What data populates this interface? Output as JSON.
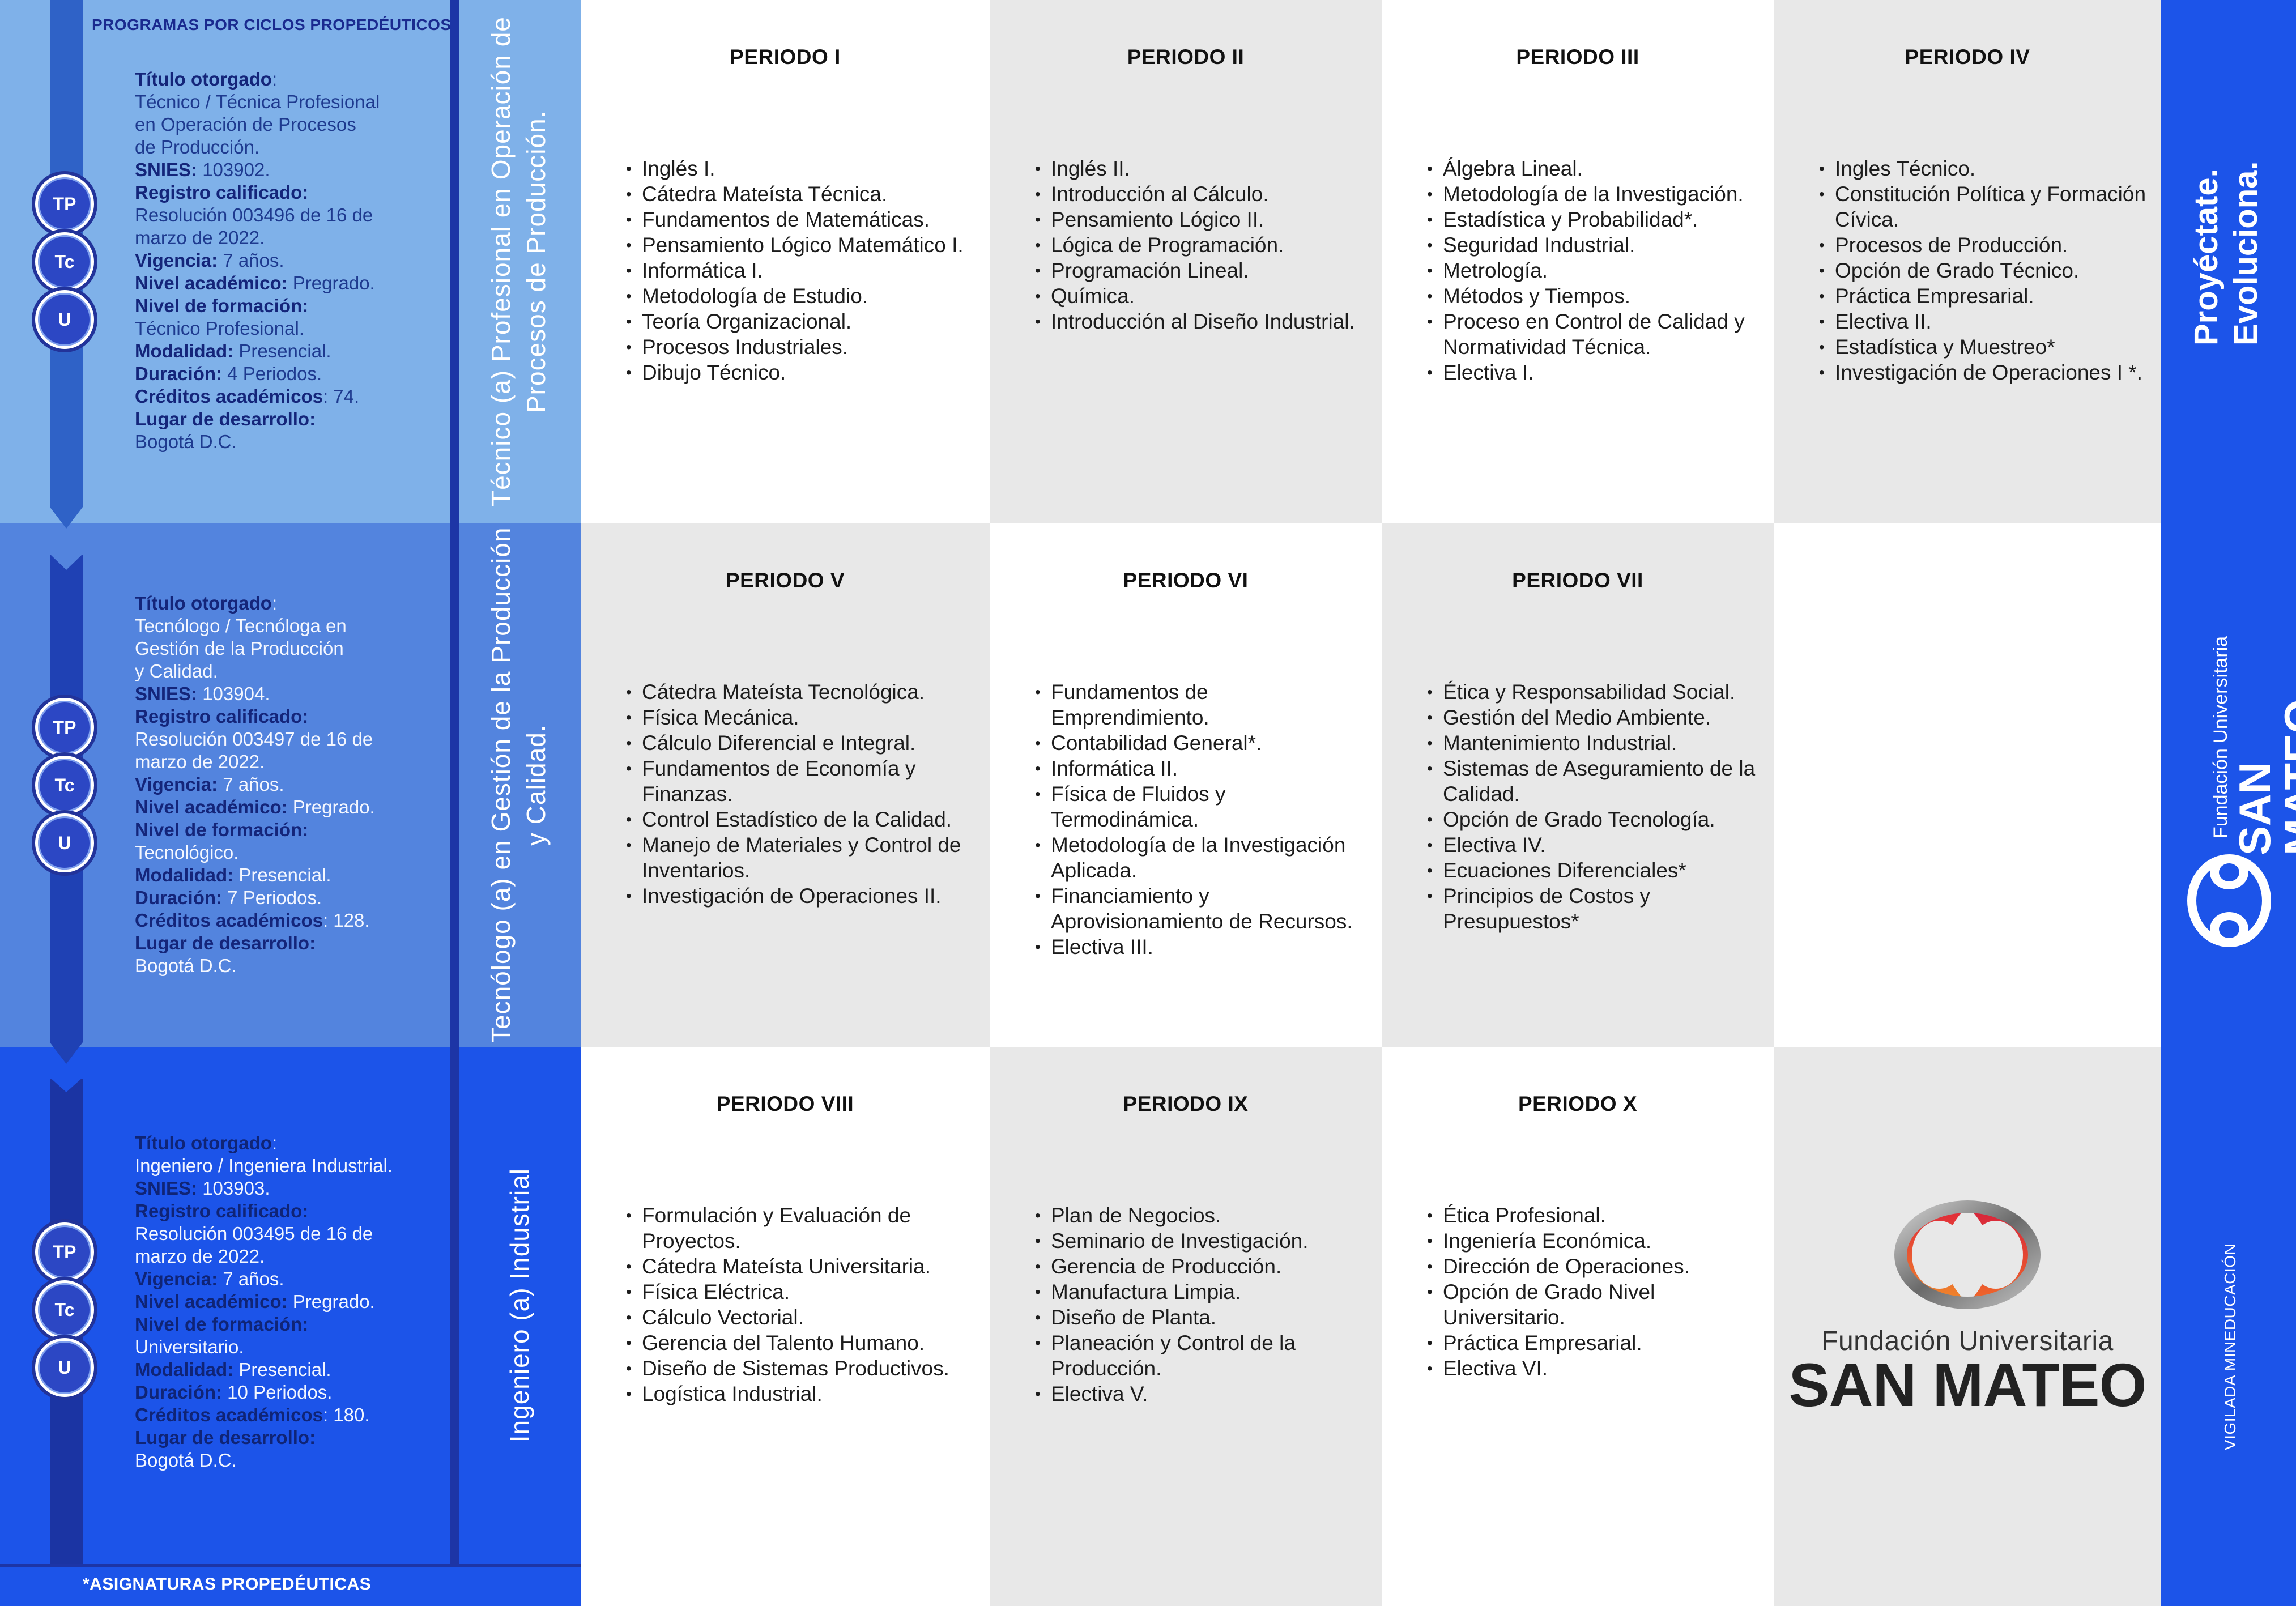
{
  "sidebar": {
    "header": "PROGRAMAS POR CICLOS PROPEDÉUTICOS",
    "footer": "*ASIGNATURAS PROPEDÉUTICAS",
    "badges": [
      "TP",
      "Tc",
      "U"
    ],
    "programs": [
      {
        "vertical_title": "Técnico (a)  Profesional en Operación de Procesos de Producción.",
        "rows": [
          {
            "k": "Título otorgado",
            "v": ":"
          },
          {
            "k": "",
            "v": "Técnico / Técnica Profesional"
          },
          {
            "k": "",
            "v": "en Operación de Procesos"
          },
          {
            "k": "",
            "v": "de Producción."
          },
          {
            "k": "SNIES:",
            "v": " 103902."
          },
          {
            "k": "Registro calificado:",
            "v": ""
          },
          {
            "k": "",
            "v": "Resolución 003496 de 16 de"
          },
          {
            "k": "",
            "v": "marzo de 2022."
          },
          {
            "k": "Vigencia:",
            "v": " 7 años."
          },
          {
            "k": "Nivel académico:",
            "v": " Pregrado."
          },
          {
            "k": "Nivel de formación:",
            "v": ""
          },
          {
            "k": "",
            "v": "Técnico Profesional."
          },
          {
            "k": "Modalidad:",
            "v": " Presencial."
          },
          {
            "k": "Duración:",
            "v": " 4 Periodos."
          },
          {
            "k": "Créditos académicos",
            "v": ": 74."
          },
          {
            "k": "Lugar de desarrollo:",
            "v": ""
          },
          {
            "k": "",
            "v": "Bogotá D.C."
          }
        ]
      },
      {
        "vertical_title": "Tecnólogo (a) en Gestión de la Producción y Calidad.",
        "rows": [
          {
            "k": "Título otorgado",
            "v": ":"
          },
          {
            "k": "",
            "v": "Tecnólogo / Tecnóloga en"
          },
          {
            "k": "",
            "v": "Gestión de la Producción"
          },
          {
            "k": "",
            "v": "y Calidad."
          },
          {
            "k": "SNIES:",
            "v": " 103904."
          },
          {
            "k": "Registro calificado:",
            "v": ""
          },
          {
            "k": "",
            "v": "Resolución 003497 de 16 de"
          },
          {
            "k": "",
            "v": "marzo de 2022."
          },
          {
            "k": "Vigencia:",
            "v": " 7 años."
          },
          {
            "k": "Nivel académico:",
            "v": " Pregrado."
          },
          {
            "k": "Nivel de formación:",
            "v": ""
          },
          {
            "k": "",
            "v": "Tecnológico."
          },
          {
            "k": "Modalidad:",
            "v": " Presencial."
          },
          {
            "k": "Duración:",
            "v": " 7 Periodos."
          },
          {
            "k": "Créditos académicos",
            "v": ": 128."
          },
          {
            "k": "Lugar de desarrollo:",
            "v": ""
          },
          {
            "k": "",
            "v": "Bogotá D.C."
          }
        ]
      },
      {
        "vertical_title": "Ingeniero (a) Industrial",
        "rows": [
          {
            "k": "Título otorgado",
            "v": ":"
          },
          {
            "k": "",
            "v": "Ingeniero / Ingeniera Industrial."
          },
          {
            "k": "SNIES:",
            "v": " 103903."
          },
          {
            "k": "Registro calificado:",
            "v": ""
          },
          {
            "k": "",
            "v": "Resolución 003495 de 16 de"
          },
          {
            "k": "",
            "v": "marzo de 2022."
          },
          {
            "k": "Vigencia:",
            "v": " 7 años."
          },
          {
            "k": "Nivel académico:",
            "v": " Pregrado."
          },
          {
            "k": "Nivel de formación:",
            "v": ""
          },
          {
            "k": "",
            "v": "Universitario."
          },
          {
            "k": "Modalidad:",
            "v": " Presencial."
          },
          {
            "k": "Duración:",
            "v": " 10 Periodos."
          },
          {
            "k": "Créditos académicos",
            "v": ": 180."
          },
          {
            "k": "Lugar de desarrollo:",
            "v": ""
          },
          {
            "k": "",
            "v": "Bogotá D.C."
          }
        ]
      }
    ]
  },
  "periods": [
    {
      "title": "PERIODO I",
      "subjects": [
        "Inglés I.",
        "Cátedra Mateísta Técnica.",
        "Fundamentos de Matemáticas.",
        "Pensamiento Lógico Matemático I.",
        "Informática I.",
        "Metodología de Estudio.",
        "Teoría Organizacional.",
        "Procesos Industriales.",
        "Dibujo Técnico."
      ]
    },
    {
      "title": "PERIODO II",
      "subjects": [
        "Inglés II.",
        "Introducción al Cálculo.",
        "Pensamiento Lógico II.",
        "Lógica de Programación.",
        "Programación Lineal.",
        "Química.",
        "Introducción al Diseño Industrial."
      ]
    },
    {
      "title": "PERIODO III",
      "subjects": [
        "Álgebra Lineal.",
        "Metodología de la Investigación.",
        "Estadística y Probabilidad*.",
        "Seguridad Industrial.",
        "Metrología.",
        "Métodos y Tiempos.",
        "Proceso en Control de Calidad y Normatividad Técnica.",
        "Electiva I."
      ]
    },
    {
      "title": "PERIODO IV",
      "subjects": [
        "Ingles Técnico.",
        "Constitución Política y Formación Cívica.",
        "Procesos de Producción.",
        "Opción de Grado Técnico.",
        "Práctica Empresarial.",
        "Electiva II.",
        "Estadística y Muestreo*",
        "Investigación de Operaciones I *."
      ]
    },
    {
      "title": "PERIODO V",
      "subjects": [
        "Cátedra Mateísta Tecnológica.",
        "Física Mecánica.",
        "Cálculo Diferencial e Integral.",
        "Fundamentos de Economía y Finanzas.",
        "Control Estadístico de la Calidad.",
        "Manejo de Materiales y Control de Inventarios.",
        "Investigación de Operaciones II."
      ]
    },
    {
      "title": "PERIODO VI",
      "subjects": [
        "Fundamentos de Emprendimiento.",
        "Contabilidad General*.",
        "Informática II.",
        "Física de Fluidos y Termodinámica.",
        "Metodología de la Investigación Aplicada.",
        "Financiamiento y Aprovisionamiento de Recursos.",
        "Electiva III."
      ]
    },
    {
      "title": "PERIODO VII",
      "subjects": [
        "Ética y Responsabilidad Social.",
        "Gestión del Medio Ambiente.",
        "Mantenimiento Industrial.",
        "Sistemas de Aseguramiento de la Calidad.",
        "Opción de Grado Tecnología.",
        "Electiva IV.",
        "Ecuaciones Diferenciales*",
        "Principios de Costos y Presupuestos*"
      ]
    },
    {
      "title": "PERIODO VIII",
      "subjects": [
        "Formulación y Evaluación de Proyectos.",
        "Cátedra Mateísta Universitaria.",
        "Física Eléctrica.",
        "Cálculo Vectorial.",
        "Gerencia del Talento Humano.",
        "Diseño de Sistemas Productivos.",
        "Logística Industrial."
      ]
    },
    {
      "title": "PERIODO IX",
      "subjects": [
        "Plan de Negocios.",
        "Seminario de Investigación.",
        "Gerencia de Producción.",
        "Manufactura Limpia.",
        "Diseño de Planta.",
        "Planeación y Control de la Producción.",
        "Electiva V."
      ]
    },
    {
      "title": "PERIODO X",
      "subjects": [
        "Ética Profesional.",
        "Ingeniería Económica.",
        "Dirección de Operaciones.",
        "Opción de Grado Nivel Universitario.",
        "Práctica Empresarial.",
        "Electiva VI."
      ]
    }
  ],
  "logo": {
    "small": "Fundación Universitaria",
    "main": "SAN MATEO"
  },
  "right_bar": {
    "slogan": "Proyéctate. Evoluciona.",
    "logo_small": "Fundación Universitaria",
    "logo_main": "SAN MATEO",
    "vigilada": "VIGILADA MINEDUCACIÓN"
  },
  "colors": {
    "accent": "#1c54e9",
    "band1": "#7fb1e9",
    "band2": "#5384de",
    "navy": "#1d35a6",
    "logo_orange": "#f0672a",
    "logo_red": "#e0253a"
  }
}
